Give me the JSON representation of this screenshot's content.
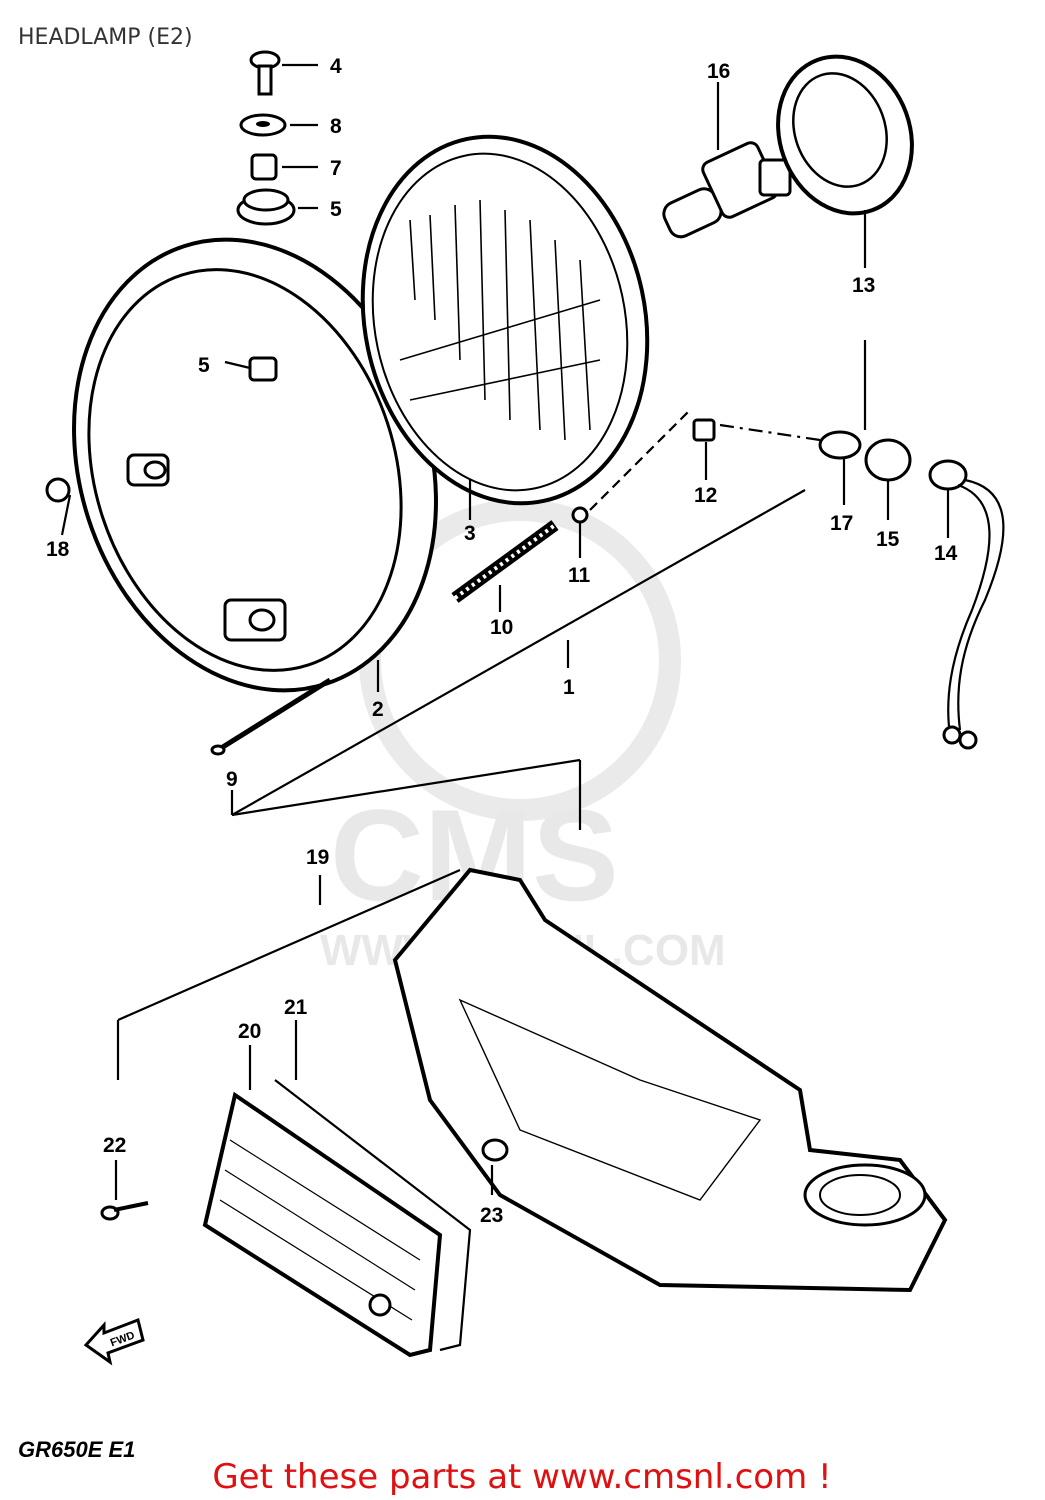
{
  "title": "HEADLAMP (E2)",
  "callouts": [
    {
      "id": "4",
      "text": "4"
    },
    {
      "id": "8",
      "text": "8"
    },
    {
      "id": "7",
      "text": "7"
    },
    {
      "id": "5a",
      "text": "5"
    },
    {
      "id": "16",
      "text": "16"
    },
    {
      "id": "13",
      "text": "13"
    },
    {
      "id": "5b",
      "text": "5"
    },
    {
      "id": "18",
      "text": "18"
    },
    {
      "id": "3",
      "text": "3"
    },
    {
      "id": "12",
      "text": "12"
    },
    {
      "id": "17",
      "text": "17"
    },
    {
      "id": "15",
      "text": "15"
    },
    {
      "id": "14",
      "text": "14"
    },
    {
      "id": "11",
      "text": "11"
    },
    {
      "id": "10",
      "text": "10"
    },
    {
      "id": "2",
      "text": "2"
    },
    {
      "id": "1",
      "text": "1"
    },
    {
      "id": "9",
      "text": "9"
    },
    {
      "id": "19",
      "text": "19"
    },
    {
      "id": "20",
      "text": "20"
    },
    {
      "id": "21",
      "text": "21"
    },
    {
      "id": "22",
      "text": "22"
    },
    {
      "id": "23",
      "text": "23"
    }
  ],
  "fwd_marker": "FWD",
  "model_code": "GR650E E1",
  "watermark": {
    "brand": "CMS",
    "url": "WWW.CMSNL.COM"
  },
  "footer_link": "Get these parts at www.cmsnl.com !",
  "colors": {
    "link": "#e01010",
    "ink": "#000000",
    "watermark": "#e6e6e6"
  }
}
